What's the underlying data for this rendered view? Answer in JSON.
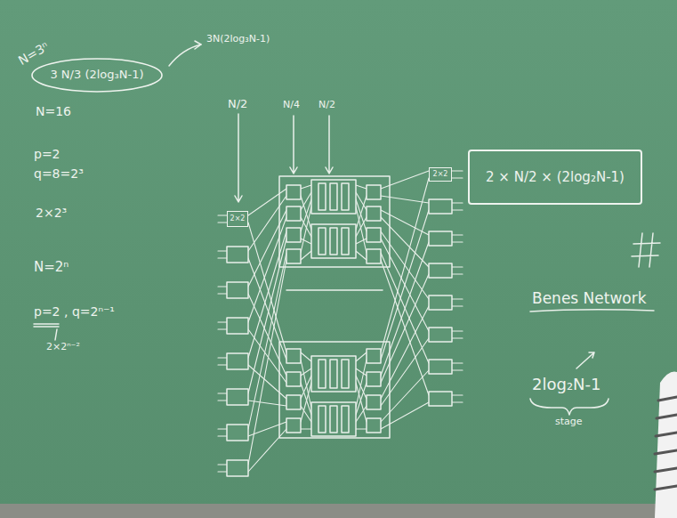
{
  "diagram": {
    "nodes": [
      {
        "text": [
          "3 N/3 (2log₃N-1)"
        ]
      },
      {
        "text": [
          "2 × N/2 × (2log₂N-1)"
        ]
      },
      {
        "text": [
          "2×2"
        ]
      },
      {
        "text": [
          "2×2"
        ]
      }
    ],
    "labels": [
      "N=3ⁿ",
      "3N(2log₃N-1)",
      "N=16",
      "p=2",
      "q=8=2³",
      "2×2³",
      "N=2ⁿ",
      "p=2 , q=2ⁿ⁻¹",
      "2×2ⁿ⁻²",
      "N/2",
      "N/4",
      "N/2",
      "Benes Network",
      "2log₂N-1",
      "stage"
    ]
  }
}
